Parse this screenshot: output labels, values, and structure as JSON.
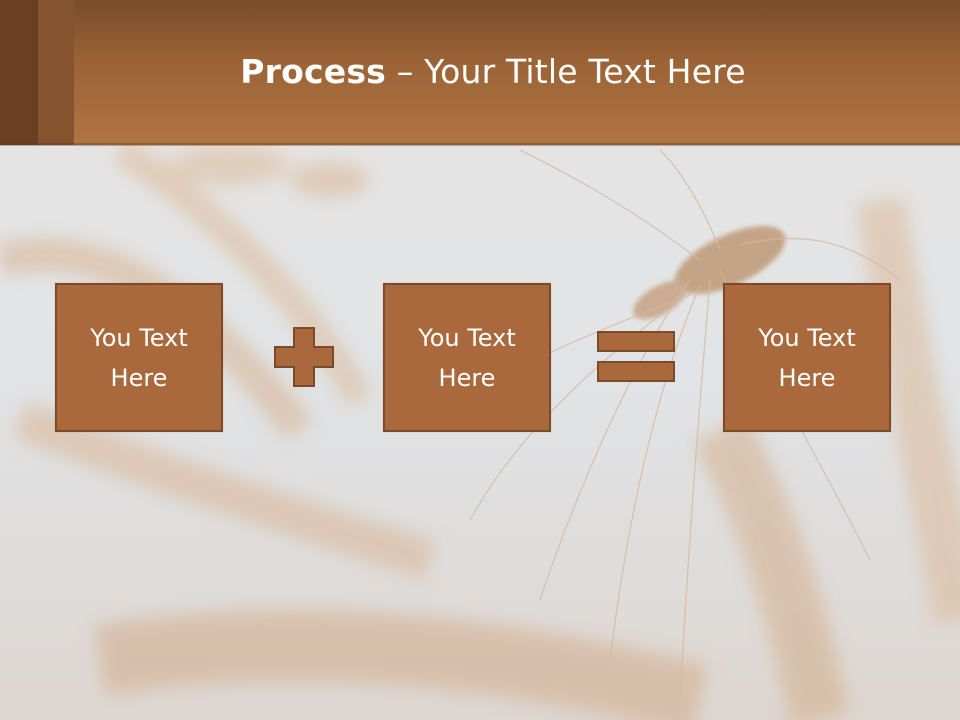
{
  "slide": {
    "title_bold": "Process",
    "title_rest": " – Your Title Text Here",
    "boxes": [
      {
        "text": "You Text Here"
      },
      {
        "text": "You Text Here"
      },
      {
        "text": "You Text Here"
      }
    ],
    "operators": [
      "plus-icon",
      "equals-icon"
    ]
  },
  "colors": {
    "header": "#9c6437",
    "box_fill": "#a9693c",
    "box_border": "#7c4a27",
    "text": "#ffffff"
  }
}
